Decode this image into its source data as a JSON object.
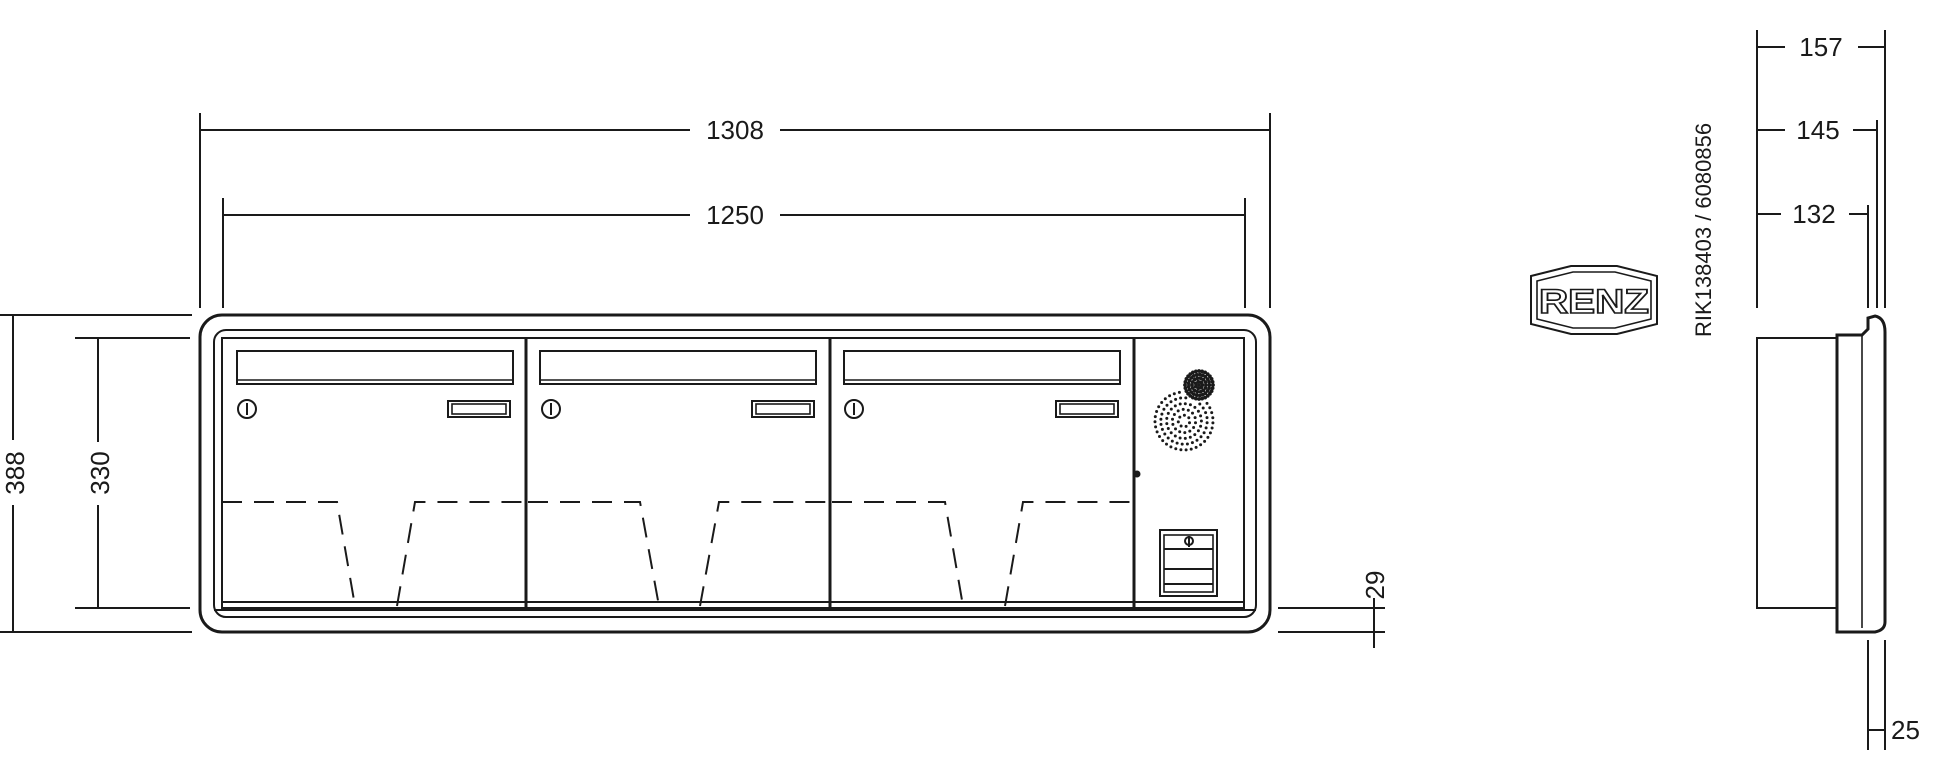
{
  "dimensions": {
    "overall_width": "1308",
    "inner_width": "1250",
    "overall_height": "388",
    "inner_height": "330",
    "bottom_offset": "29",
    "depth_total": "157",
    "depth_middle": "145",
    "depth_inner": "132",
    "depth_bottom": "25"
  },
  "logo": {
    "text": "RENZ"
  },
  "reference": {
    "code": "RIK138403 / 6080856"
  },
  "colors": {
    "line": "#1a1a1a",
    "background": "#ffffff"
  },
  "icons": {
    "lock": "lock-icon",
    "name_plate": "name-plate",
    "speaker": "speaker-grille",
    "bell_panel": "bell-button-panel"
  }
}
